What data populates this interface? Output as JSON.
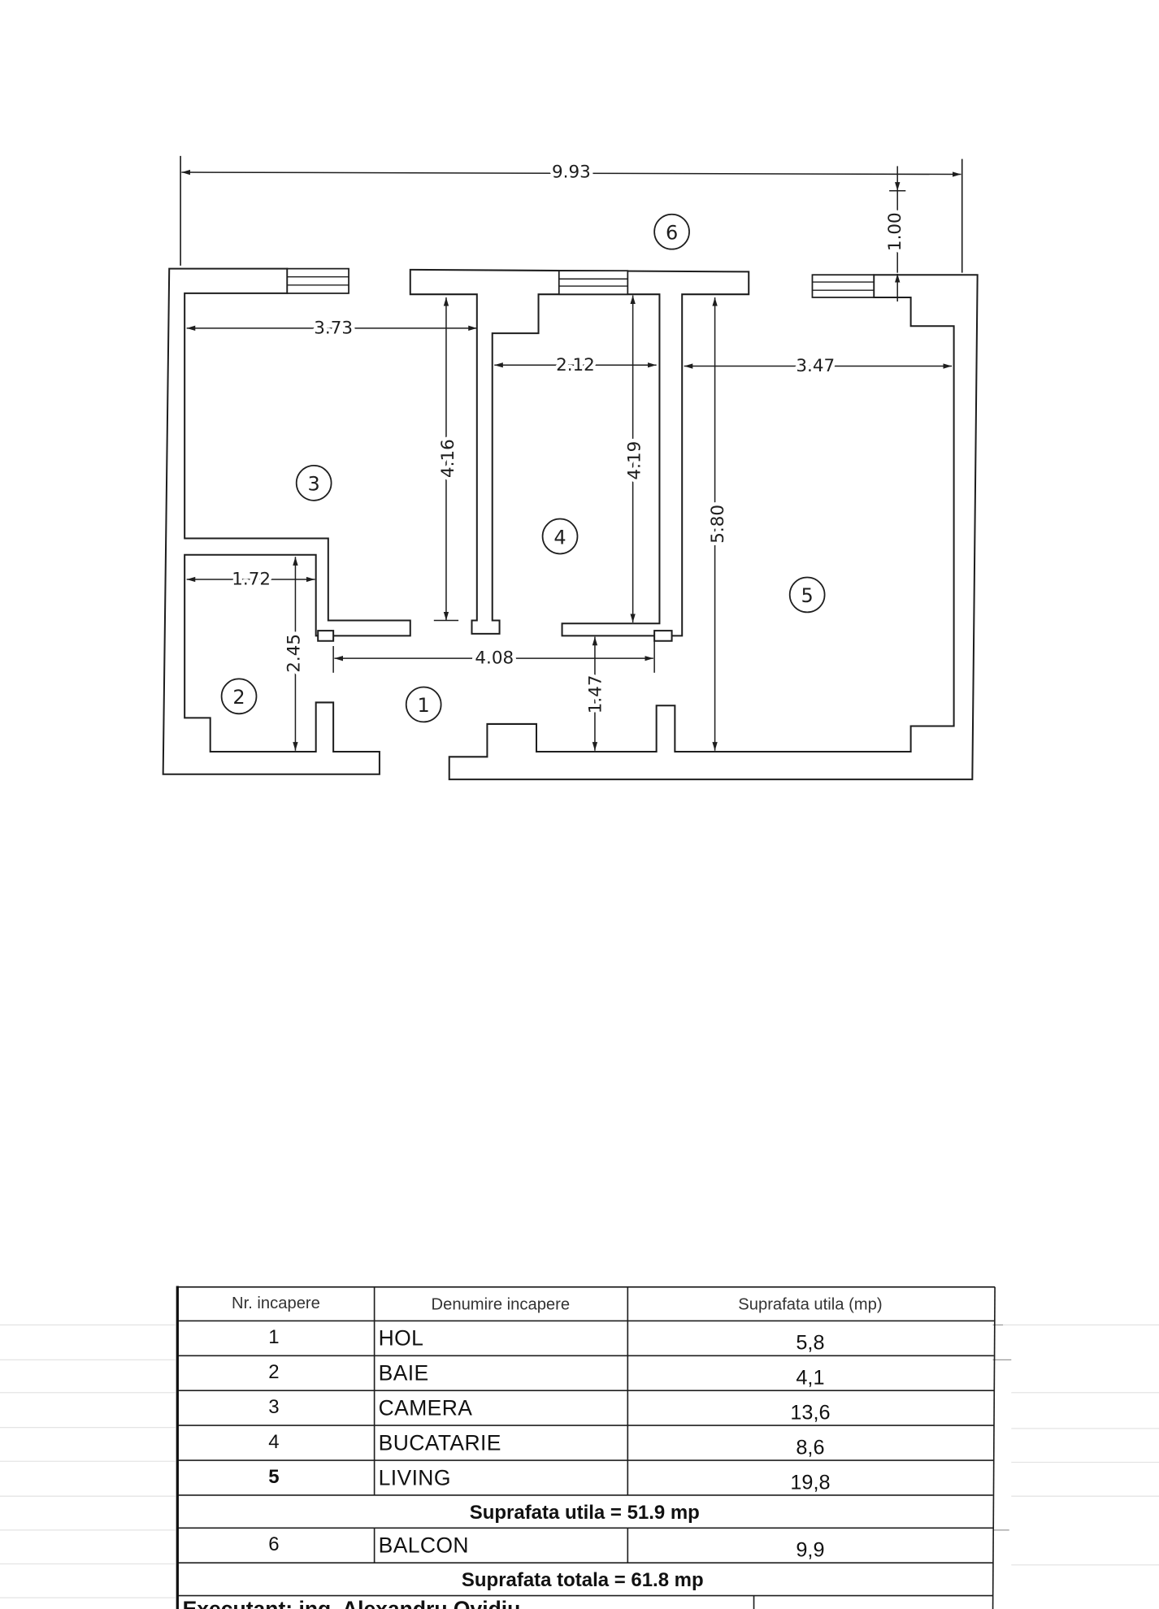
{
  "plan": {
    "dimensions": {
      "overall_width": "9.93",
      "balcony_depth": "1.00",
      "room3_width": "3.73",
      "room4_width": "2.12",
      "room5_width": "3.47",
      "room3_depth": "4.16",
      "room4_depth": "4.19",
      "room5_depth": "5.80",
      "room2_width": "1.72",
      "room2_depth": "2.45",
      "hall_width": "4.08",
      "hall_depth": "1.47"
    },
    "room_markers": [
      "1",
      "2",
      "3",
      "4",
      "5",
      "6"
    ]
  },
  "table": {
    "headers": [
      "Nr. incapere",
      "Denumire incapere",
      "Suprafata utila (mp)"
    ],
    "rows": [
      {
        "nr": "1",
        "name": "HOL",
        "area": "5,8"
      },
      {
        "nr": "2",
        "name": "BAIE",
        "area": "4,1"
      },
      {
        "nr": "3",
        "name": "CAMERA",
        "area": "13,6"
      },
      {
        "nr": "4",
        "name": "BUCATARIE",
        "area": "8,6"
      },
      {
        "nr": "5",
        "name": "LIVING",
        "area": "19,8"
      }
    ],
    "subtotal": "Suprafata utila = 51.9 mp",
    "balcony_row": {
      "nr": "6",
      "name": "BALCON",
      "area": "9,9"
    },
    "total": "Suprafata totala = 61.8 mp",
    "executant": "Executant: ing. Alexandru Ovidiu"
  }
}
